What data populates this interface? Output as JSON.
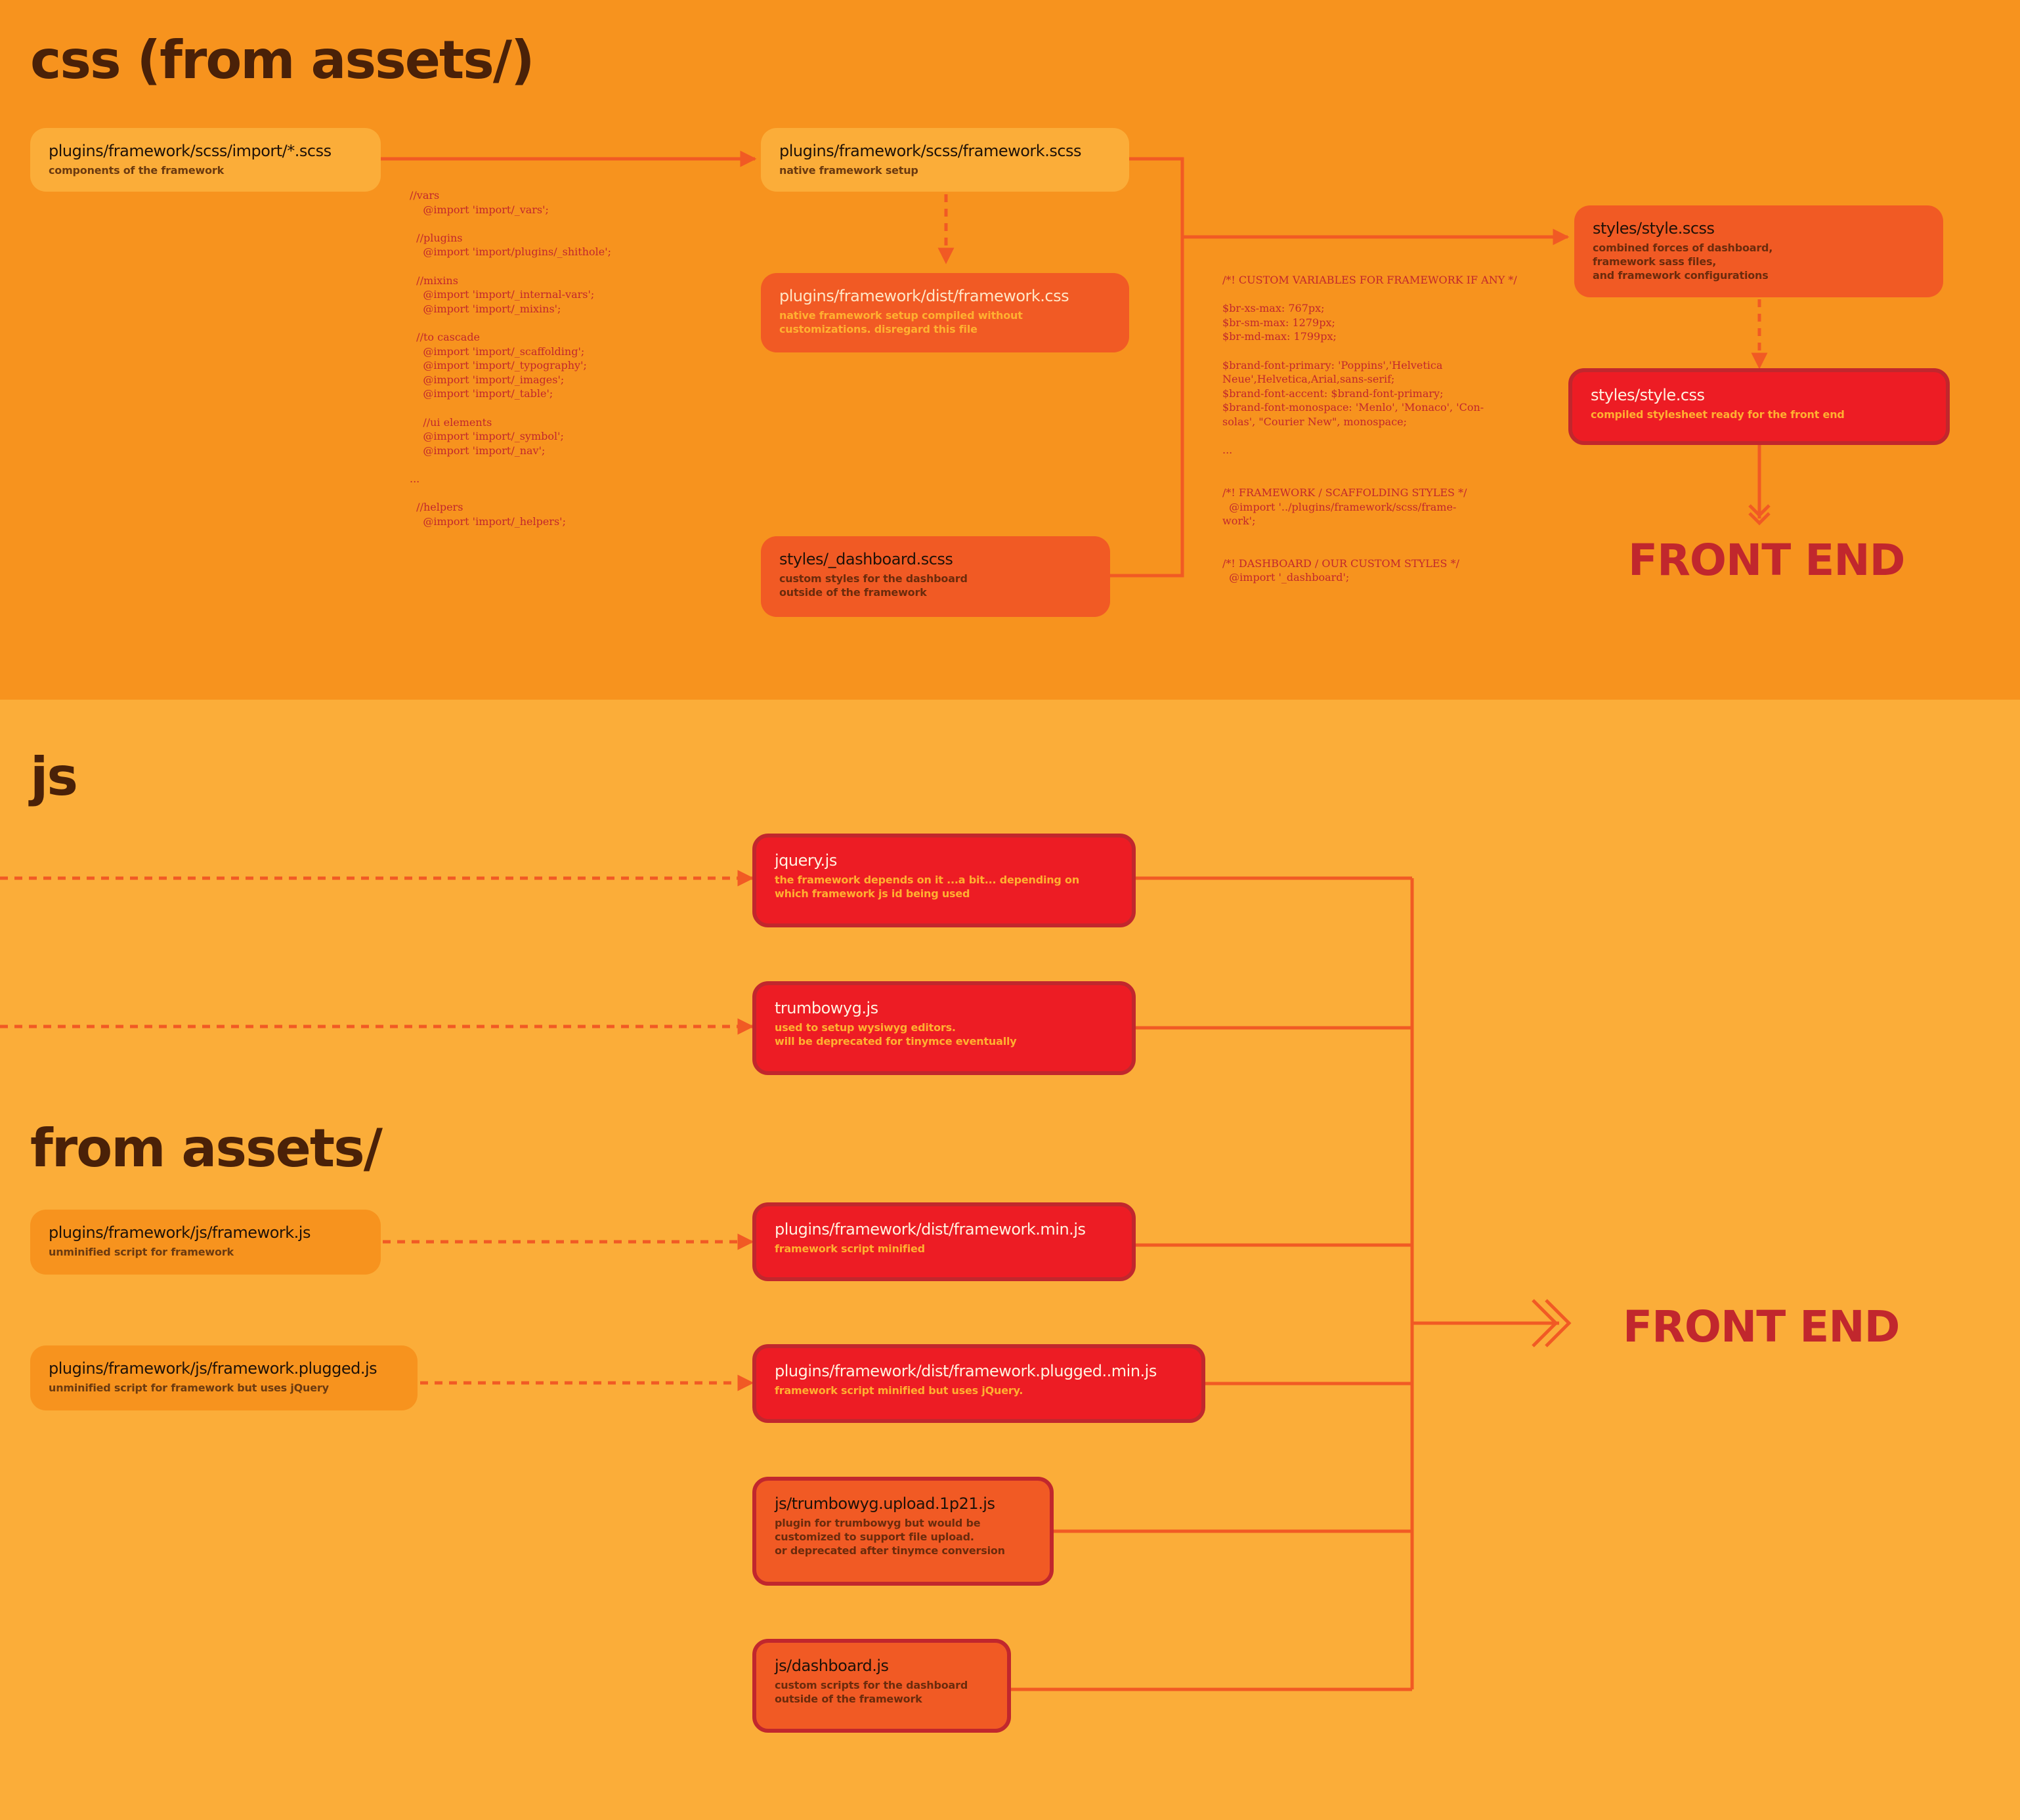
{
  "css": {
    "heading": "css (from assets/)",
    "boxes": {
      "import_scss": {
        "title": "plugins/framework/scss/import/*.scss",
        "desc": "components of the framework"
      },
      "framework_scss": {
        "title": "plugins/framework/scss/framework.scss",
        "desc": "native framework setup"
      },
      "framework_css": {
        "title": "plugins/framework/dist/framework.css",
        "desc": "native framework setup compiled without\ncustomizations. disregard this file"
      },
      "dashboard_scss": {
        "title": "styles/_dashboard.scss",
        "desc": "custom styles for the dashboard\noutside of the framework"
      },
      "style_scss": {
        "title": "styles/style.scss",
        "desc": "combined forces of dashboard,\nframework sass files,\nand framework configurations"
      },
      "style_css": {
        "title": "styles/style.css",
        "desc": "compiled stylesheet ready for the front end"
      }
    },
    "code_imports": "//vars\n    @import 'import/_vars';\n\n  //plugins\n    @import 'import/plugins/_shithole';\n\n  //mixins\n    @import 'import/_internal-vars';\n    @import 'import/_mixins';\n\n  //to cascade\n    @import 'import/_scaffolding';\n    @import 'import/_typography';\n    @import 'import/_images';\n    @import 'import/_table';\n\n    //ui elements\n    @import 'import/_symbol';\n    @import 'import/_nav';\n\n...\n\n  //helpers\n    @import 'import/_helpers';",
    "code_style": "/*! CUSTOM VARIABLES FOR FRAMEWORK IF ANY */\n\n$br-xs-max: 767px;\n$br-sm-max: 1279px;\n$br-md-max: 1799px;\n\n$brand-font-primary: 'Poppins','Helvetica\nNeue',Helvetica,Arial,sans-serif;\n$brand-font-accent: $brand-font-primary;\n$brand-font-monospace: 'Menlo', 'Monaco', 'Con-\nsolas', \"Courier New\", monospace;\n\n...\n\n\n/*! FRAMEWORK / SCAFFOLDING STYLES */\n  @import '../plugins/framework/scss/frame-\nwork';\n\n\n/*! DASHBOARD / OUR CUSTOM STYLES */\n  @import '_dashboard';",
    "front_end": "FRONT END"
  },
  "js": {
    "heading": "js",
    "subheading": "from assets/",
    "boxes": {
      "jquery": {
        "title": "jquery.js",
        "desc": "the framework depends on it ...a bit... depending on\nwhich framework js id being used"
      },
      "trumbowyg": {
        "title": "trumbowyg.js",
        "desc": "used to setup wysiwyg editors.\nwill be deprecated for tinymce eventually"
      },
      "framework_js": {
        "title": "plugins/framework/js/framework.js",
        "desc": "unminified script for framework"
      },
      "framework_min": {
        "title": "plugins/framework/dist/framework.min.js",
        "desc": "framework script minified"
      },
      "framework_plugged": {
        "title": "plugins/framework/js/framework.plugged.js",
        "desc": "unminified script for framework but uses jQuery"
      },
      "framework_plugged_min": {
        "title": "plugins/framework/dist/framework.plugged..min.js",
        "desc": "framework script minified but uses jQuery."
      },
      "trumbowyg_upload": {
        "title": "js/trumbowyg.upload.1p21.js",
        "desc": "plugin for trumbowyg but would be\ncustomized to support file upload.\nor deprecated after tinymce conversion"
      },
      "dashboard_js": {
        "title": "js/dashboard.js",
        "desc": "custom scripts for the dashboard\noutside of the framework"
      }
    },
    "front_end": "FRONT END"
  }
}
